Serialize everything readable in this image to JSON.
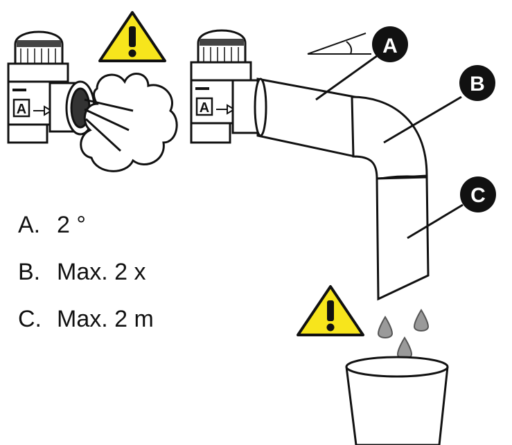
{
  "callouts": [
    {
      "key": "A",
      "text": "2 °"
    },
    {
      "key": "B",
      "text": "Max. 2 x"
    },
    {
      "key": "C",
      "text": "Max. 2 m"
    }
  ],
  "legend": [
    {
      "key": "A.",
      "text": "2 °"
    },
    {
      "key": "B.",
      "text": "Max. 2 x"
    },
    {
      "key": "C.",
      "text": "Max. 2 m"
    }
  ],
  "valve_badge": "A",
  "icons": [
    "warning-triangle-icon",
    "safety-valve-icon",
    "steam-cloud-icon",
    "drain-pipe-icon",
    "water-drop-icon",
    "bucket-icon"
  ],
  "colors": {
    "warning_fill": "#f7e51c",
    "ink": "#111111",
    "drop": "#9a9a9a",
    "pipe_fill": "#ffffff"
  }
}
